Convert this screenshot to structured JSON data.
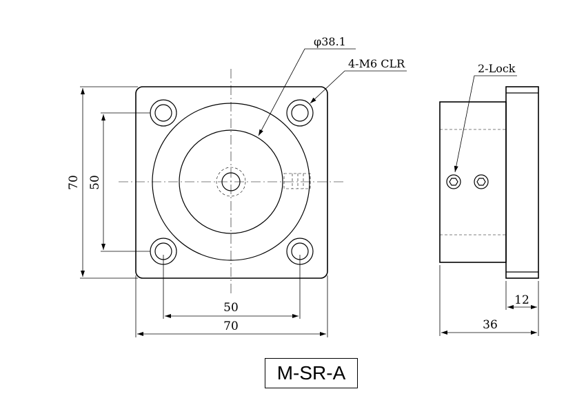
{
  "labels": {
    "bore_diameter": "φ38.1",
    "mount_holes": "4-M6 CLR",
    "lock": "2-Lock"
  },
  "dimensions": {
    "height_outer": "70",
    "height_inner": "50",
    "width_inner": "50",
    "width_outer": "70",
    "side_flange": "12",
    "side_total": "36"
  },
  "model": "M-SR-A"
}
